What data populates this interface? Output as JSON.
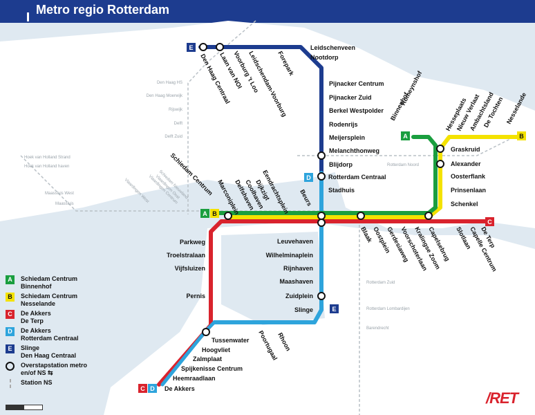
{
  "title": "Metro regio Rotterdam",
  "colors": {
    "A": "#1a9e3f",
    "B": "#f4e200",
    "C": "#d9232d",
    "D": "#2ea4dc",
    "E": "#1d3c8f",
    "water": "#dfe9f1",
    "land": "#ffffff"
  },
  "line_badges": {
    "A": "A",
    "B": "B",
    "C": "C",
    "D": "D",
    "E": "E"
  },
  "stations_E": [
    "Leidschenveen",
    "Nootdorp",
    "Forepark",
    "Leidschendam-Voorburg",
    "Voorburg 't Loo",
    "Laan van NOI",
    "Den Haag Centraal",
    "Pijnacker Centrum",
    "Pijnacker Zuid",
    "Berkel Westpolder",
    "Rodenrijs",
    "Meijersplein",
    "Melanchthonweg",
    "Blijdorp"
  ],
  "stations_east": [
    "Romeynshof",
    "Binnenhof",
    "Nesselande",
    "De Tochten",
    "Ambachtsland",
    "Nieuw Verlaat",
    "Hesseplaats",
    "Graskruid",
    "Alexander",
    "Oosterflank",
    "Prinsenlaan",
    "Schenkel"
  ],
  "stations_central": [
    "Rotterdam Centraal",
    "Stadhuis",
    "Beurs",
    "Eendrachtsplein",
    "Dijkzigt",
    "Coolhaven",
    "Delfshaven",
    "Marconiplein",
    "Schiedam Centrum"
  ],
  "stations_c_east": [
    "Blaak",
    "Oostplein",
    "Gerdesiaweg",
    "Voorschoterlaan",
    "Kralingse Zoom",
    "Capelsebrug",
    "Slotlaan",
    "Capelle Centrum",
    "De Terp"
  ],
  "stations_D": [
    "Leuvehaven",
    "Wilhelminaplein",
    "Rijnhaven",
    "Maashaven",
    "Zuidplein",
    "Slinge"
  ],
  "stations_south_west": [
    "Parkweg",
    "Troelstralaan",
    "Vijfsluizen",
    "Pernis",
    "Tussenwater",
    "Hoogvliet",
    "Zalmplaat",
    "Spijkenisse Centrum",
    "Heemraadlaan",
    "De Akkers"
  ],
  "stations_south_east": [
    "Rhoon",
    "Poortugaal"
  ],
  "ns_stations": [
    "Den Haag HS",
    "Den Haag Moerwijk",
    "Rijswijk",
    "Delft",
    "Delft Zuid",
    "Hoek van Holland Strand",
    "Hoek van Holland haven",
    "Maassluis West",
    "Maassluis",
    "Vlaardingen Oost",
    "Vlaardingen Centrum",
    "Vlaardingen West",
    "Schiedam Nieuwland",
    "Rotterdam Noord",
    "Rotterdam Zuid",
    "Rotterdam Lombardijen",
    "Barendrecht"
  ],
  "legend": [
    {
      "badge": "A",
      "l1": "Schiedam Centrum",
      "l2": "Binnenhof"
    },
    {
      "badge": "B",
      "l1": "Schiedam Centrum",
      "l2": "Nesselande"
    },
    {
      "badge": "C",
      "l1": "De Akkers",
      "l2": "De Terp"
    },
    {
      "badge": "D",
      "l1": "De Akkers",
      "l2": "Rotterdam Centraal"
    },
    {
      "badge": "E",
      "l1": "Slinge",
      "l2": "Den Haag Centraal"
    },
    {
      "badge": "",
      "l1": "Overstapstation metro",
      "l2": "en/of NS ⇆"
    },
    {
      "badge": "",
      "l1": "Station NS",
      "l2": ""
    }
  ],
  "logo": "/RET"
}
